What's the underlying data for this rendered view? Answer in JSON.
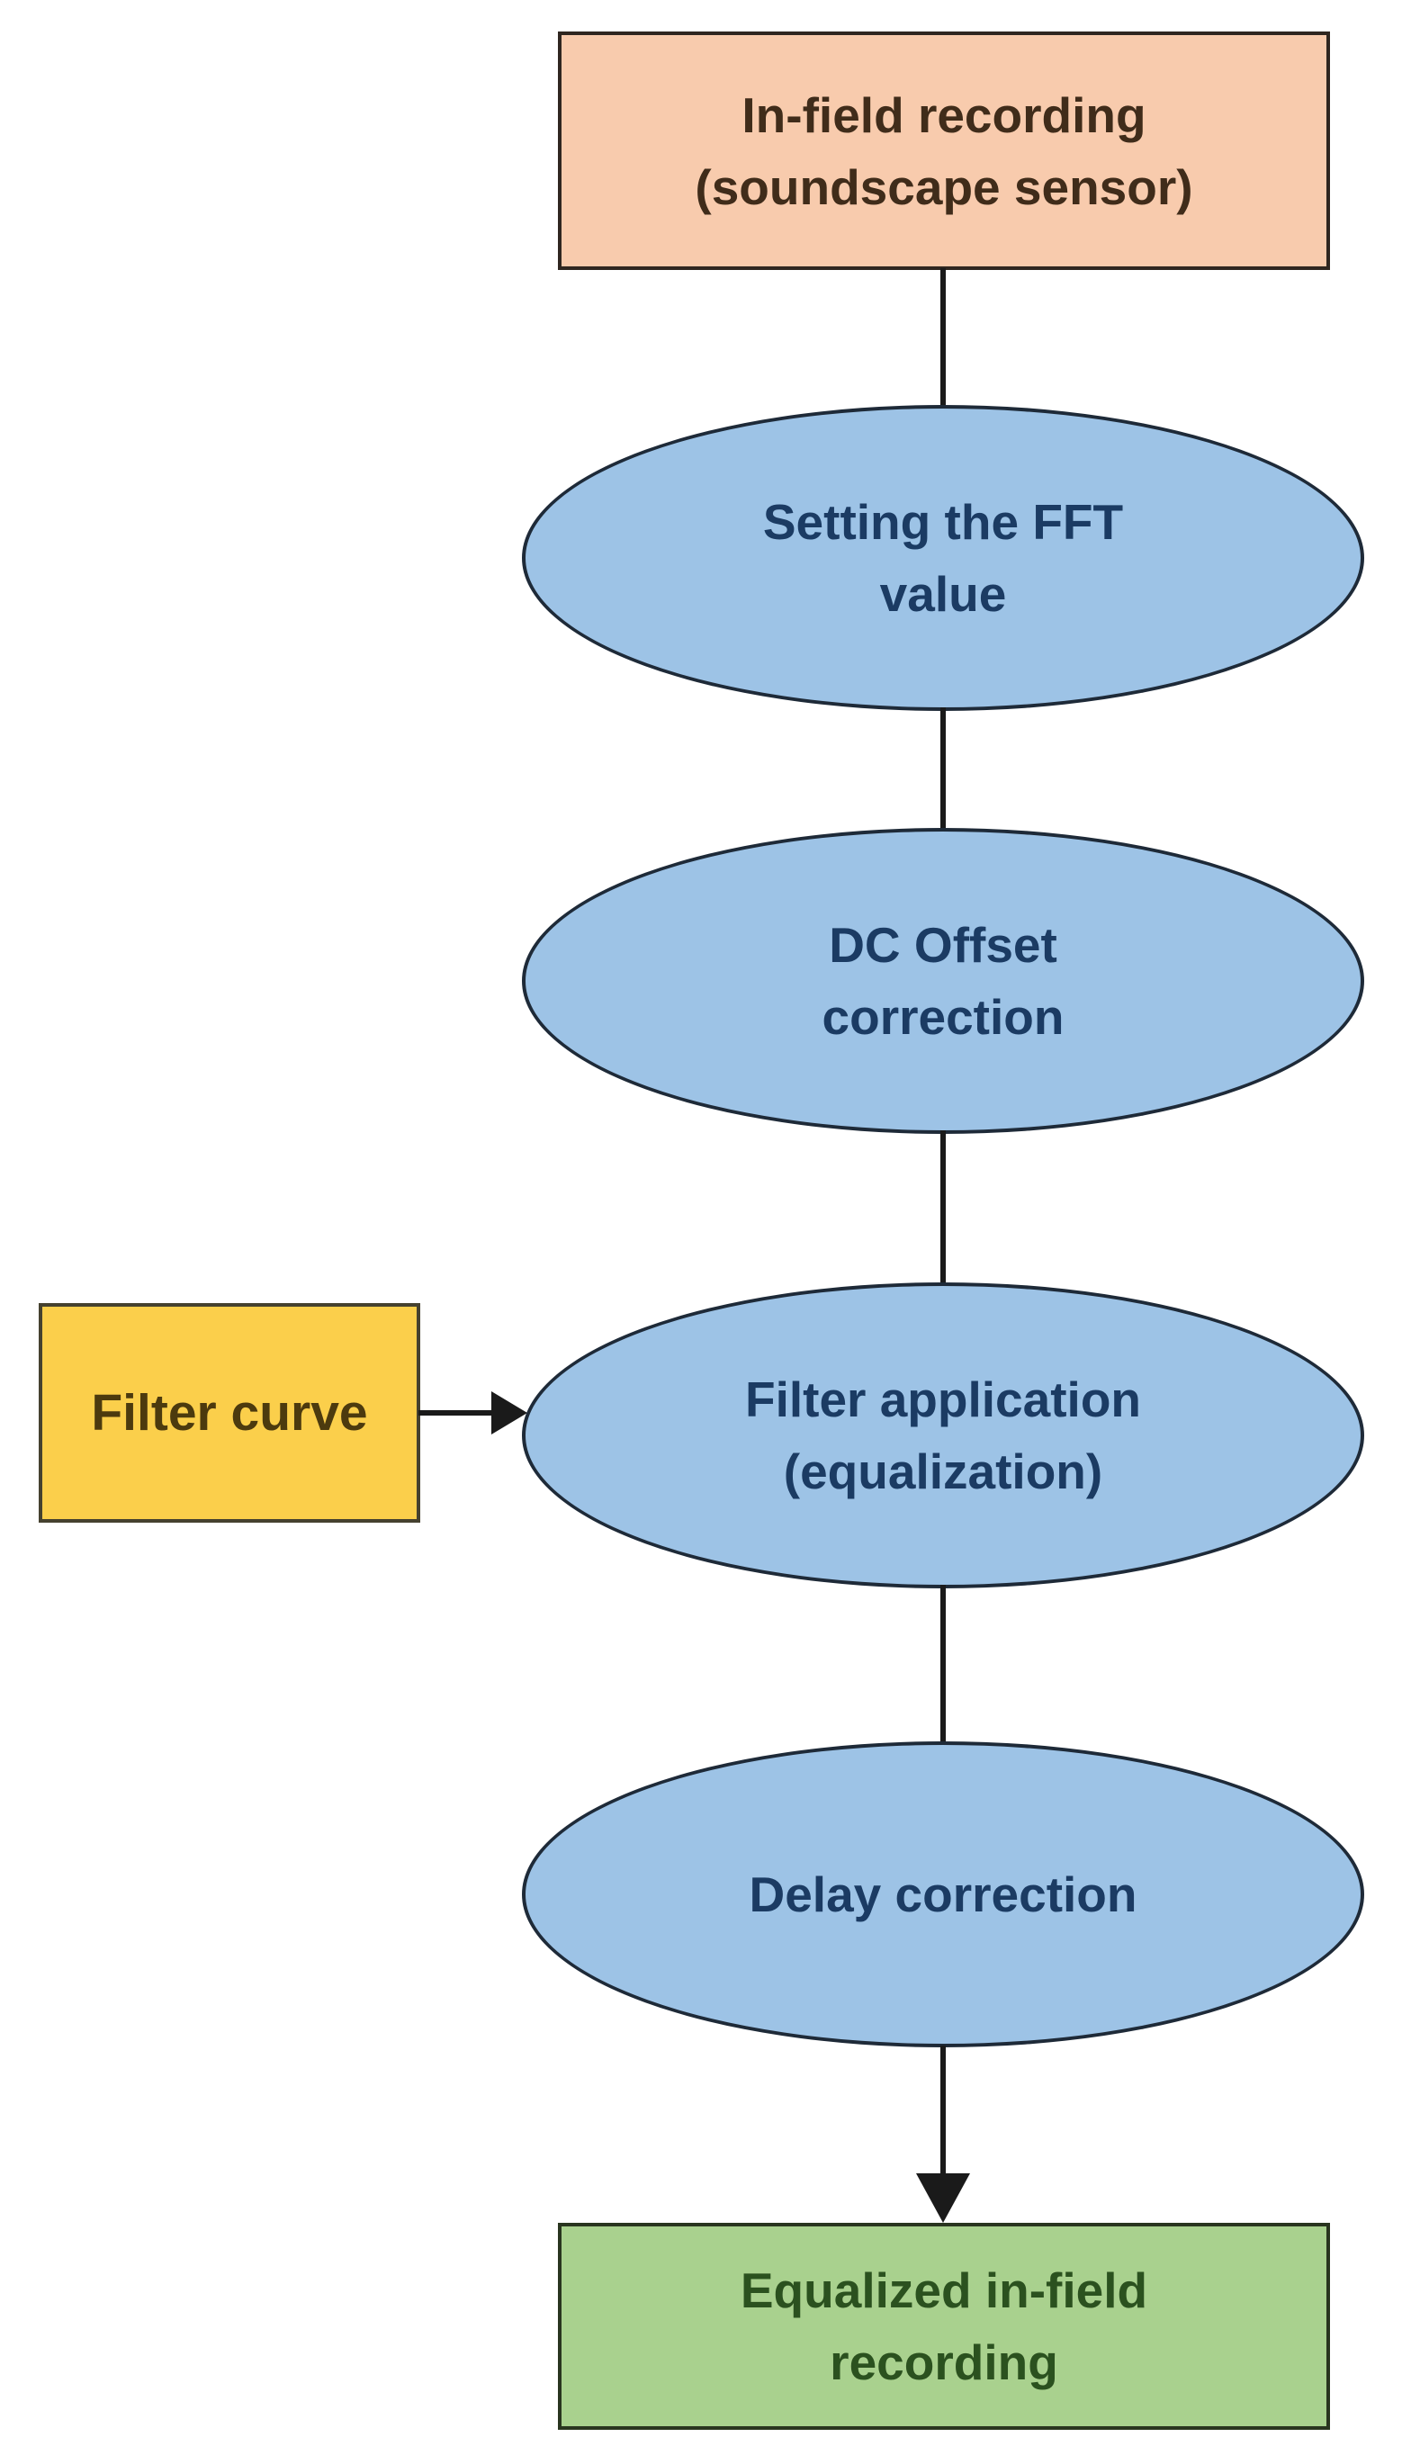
{
  "diagram": {
    "type": "flowchart",
    "background": "#FFFFFF",
    "connector_color": "#1A1A1A",
    "nodes": {
      "infield": {
        "shape": "rectangle",
        "line1": "In-field recording",
        "line2": "(soundscape sensor)",
        "fill": "#F8CBAD",
        "border": "#2F2620",
        "text_color": "#402C1A"
      },
      "fft": {
        "shape": "ellipse",
        "line1": "Setting the FFT",
        "line2": "value",
        "fill": "#9DC3E6",
        "border": "#1E2A38",
        "text_color": "#1B3B63"
      },
      "dc_offset": {
        "shape": "ellipse",
        "line1": "DC Offset",
        "line2": "correction",
        "fill": "#9DC3E6",
        "border": "#1E2A38",
        "text_color": "#1B3B63"
      },
      "filter_curve": {
        "shape": "rectangle",
        "line1": "Filter curve",
        "fill": "#FBCF4B",
        "border": "#45412F",
        "text_color": "#4C3A0E"
      },
      "filter_app": {
        "shape": "ellipse",
        "line1": "Filter application",
        "line2": "(equalization)",
        "fill": "#9DC3E6",
        "border": "#1E2A38",
        "text_color": "#1B3B63"
      },
      "delay": {
        "shape": "ellipse",
        "line1": "Delay correction",
        "fill": "#9DC3E6",
        "border": "#1E2A38",
        "text_color": "#1B3B63"
      },
      "equalized": {
        "shape": "rectangle",
        "line1": "Equalized in-field",
        "line2": "recording",
        "fill": "#A9D18E",
        "border": "#29351F",
        "text_color": "#2B511F"
      }
    },
    "edges": [
      {
        "from": "infield",
        "to": "fft",
        "style": "line"
      },
      {
        "from": "fft",
        "to": "dc_offset",
        "style": "line"
      },
      {
        "from": "dc_offset",
        "to": "filter_app",
        "style": "line"
      },
      {
        "from": "filter_curve",
        "to": "filter_app",
        "style": "arrow"
      },
      {
        "from": "filter_app",
        "to": "delay",
        "style": "line"
      },
      {
        "from": "delay",
        "to": "equalized",
        "style": "arrow"
      }
    ]
  }
}
